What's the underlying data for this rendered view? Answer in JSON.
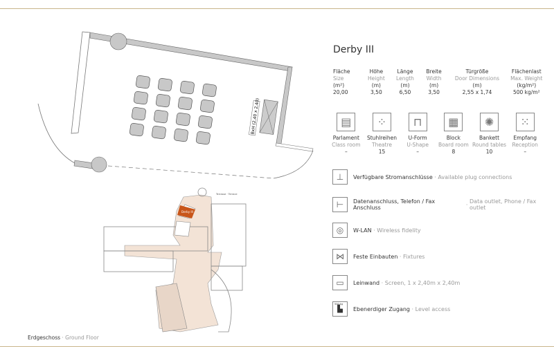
{
  "room": {
    "name": "Derby III",
    "screen_label": "BxH (2,40 x 2,40)"
  },
  "specs": [
    {
      "de": "Fläche",
      "en": "Size",
      "unit": "(m²)",
      "value": "20,00"
    },
    {
      "de": "Höhe",
      "en": "Height",
      "unit": "(m)",
      "value": "3,50"
    },
    {
      "de": "Länge",
      "en": "Length",
      "unit": "(m)",
      "value": "6,50"
    },
    {
      "de": "Breite",
      "en": "Width",
      "unit": "(m)",
      "value": "3,50"
    },
    {
      "de": "Türgröße",
      "en": "Door Dimensions",
      "unit": "(m)",
      "value": "2,55 x 1,74"
    },
    {
      "de": "Flächenlast",
      "en": "Max. Weight",
      "unit": "(kg/m²)",
      "value": "500 kg/m²"
    }
  ],
  "layouts": [
    {
      "de": "Parlament",
      "en": "Class room",
      "value": "–",
      "icon": "classroom-icon"
    },
    {
      "de": "Stuhlreihen",
      "en": "Theatre",
      "value": "15",
      "icon": "theatre-icon"
    },
    {
      "de": "U-Form",
      "en": "U-Shape",
      "value": "–",
      "icon": "u-shape-icon"
    },
    {
      "de": "Block",
      "en": "Board room",
      "value": "8",
      "icon": "boardroom-icon"
    },
    {
      "de": "Bankett",
      "en": "Round tables",
      "value": "10",
      "icon": "round-tables-icon"
    },
    {
      "de": "Empfang",
      "en": "Reception",
      "value": "–",
      "icon": "reception-icon"
    }
  ],
  "features": [
    {
      "de": "Verfügbare Stromanschlüsse",
      "en": "Available plug connections",
      "icon": "plug-icon"
    },
    {
      "de": "Datenanschluss, Telefon / Fax Anschluss",
      "en": "Data outlet, Phone / Fax outlet",
      "icon": "data-outlet-icon"
    },
    {
      "de": "W-LAN",
      "en": "Wireless fidelity",
      "icon": "wlan-icon"
    },
    {
      "de": "Feste Einbauten",
      "en": "Fixtures",
      "icon": "fixtures-icon"
    },
    {
      "de": "Leinwand",
      "en": "Screen, 1 x 2,40m x 2,40m",
      "icon": "screen-icon"
    },
    {
      "de": "Ebenerdiger Zugang",
      "en": "Level access",
      "icon": "level-access-icon",
      "icon_text": "500 kg"
    }
  ],
  "siteplan": {
    "highlight": "Derby III",
    "terrace": "Terrasse · Terrace"
  },
  "floor": {
    "de": "Erdgeschoss",
    "en": "Ground Floor"
  },
  "colors": {
    "highlight": "#c8561a",
    "corridor": "#f3e3d6",
    "wall": "#c8c8c8"
  }
}
